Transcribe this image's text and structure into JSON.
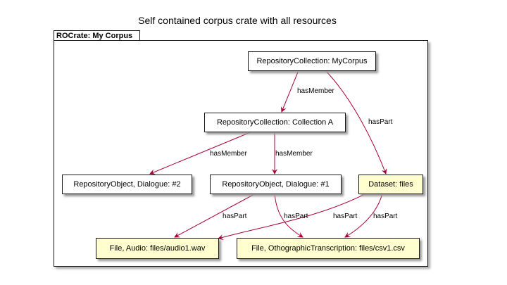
{
  "title": "Self contained corpus crate with all resources",
  "package": "ROCrate: My Corpus",
  "nodes": {
    "mycorpus": "RepositoryCollection: MyCorpus",
    "colla": "RepositoryCollection: Collection A",
    "dialogue2": "RepositoryObject, Dialogue: #2",
    "dialogue1": "RepositoryObject, Dialogue: #1",
    "dataset": "Dataset: files",
    "audio": "File, Audio: files/audio1.wav",
    "csv": "File, OthographicTranscription: files/csv1.csv"
  },
  "edges": {
    "e1": "hasMember",
    "e2": "hasPart",
    "e3": "hasMember",
    "e4": "hasMember",
    "e5": "hasPart",
    "e6": "hasPart",
    "e7": "hasPart",
    "e8": "hasPart"
  },
  "colors": {
    "edge": "#A80036",
    "file_fill": "#FEFECE",
    "border": "#181818"
  }
}
